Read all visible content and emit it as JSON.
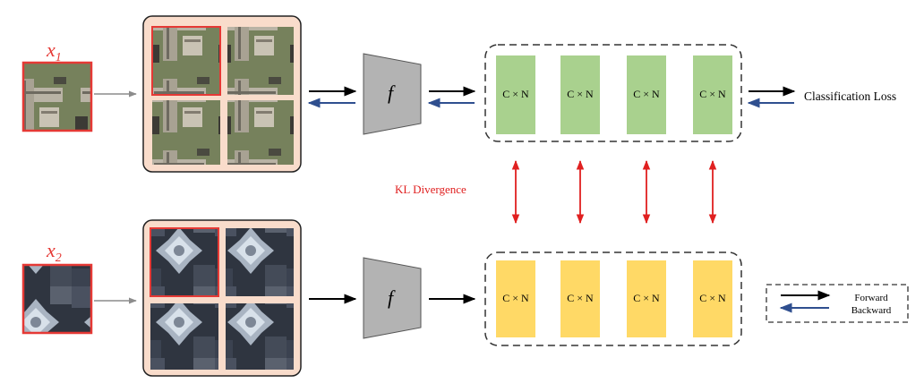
{
  "colors": {
    "aug_bg": "#f9dccb",
    "highlight": "#e53935",
    "encoder": "#b3b3b3",
    "green": "#a9d18e",
    "yellow": "#ffd966",
    "forward": "#000000",
    "backward": "#2f4f8f",
    "kl": "#e02020",
    "gray_arrow": "#8c8c8c"
  },
  "labels": {
    "x1_base": "x",
    "x1_sub": "1",
    "x2_base": "x",
    "x2_sub": "2",
    "encoder_top": "f",
    "encoder_bottom": "f",
    "kl": "KL  Divergence",
    "classification_loss": "Classification Loss"
  },
  "features_top": [
    "C × N",
    "C × N",
    "C × N",
    "C × N"
  ],
  "features_bottom": [
    "C × N",
    "C × N",
    "C × N",
    "C × N"
  ],
  "legend": {
    "forward": "Forward",
    "backward": "Backward"
  }
}
